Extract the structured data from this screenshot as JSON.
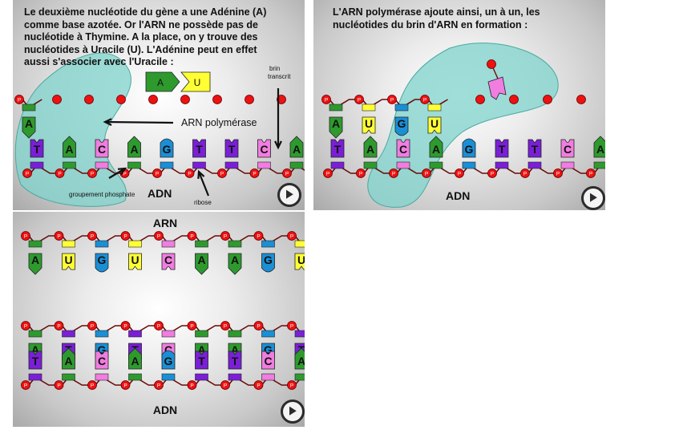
{
  "panel1": {
    "paragraph_lines": [
      "Le deuxième nucléotide du gène a une Adénine (A)",
      "comme base azotée. Or l'ARN ne possède pas de",
      "nucléotide à Thymine. A la place, on y trouve des",
      "nucléotides à Uracile (U). L'Adénine peut en effet",
      "aussi s'associer avec l'Uracile :"
    ],
    "pair_demo": [
      "A",
      "U"
    ],
    "brin_transcrit_lines": [
      "brin",
      "transcrit"
    ],
    "arn_polymerase_label": "ARN polymérase",
    "groupement_phosphate_label": "groupement phosphate",
    "ribose_label": "ribose",
    "adn_label": "ADN",
    "rna_bases": [
      "A"
    ],
    "dna_bases": [
      "T",
      "A",
      "C",
      "A",
      "G",
      "T",
      "T",
      "C",
      "A"
    ]
  },
  "panel2": {
    "paragraph_lines": [
      "L'ARN polymérase ajoute ainsi, un à un, les",
      "nucléotides du brin d'ARN en formation :"
    ],
    "adn_label": "ADN",
    "rna_bases": [
      "A",
      "U",
      "G",
      "U"
    ],
    "dna_bases": [
      "T",
      "A",
      "C",
      "A",
      "G",
      "T",
      "T",
      "C",
      "A"
    ]
  },
  "panel3": {
    "arn_label": "ARN",
    "adn_label": "ADN",
    "rna_bases": [
      "A",
      "U",
      "G",
      "U",
      "C",
      "A",
      "A",
      "G",
      "U"
    ],
    "dna_top_bases": [
      "A",
      "T",
      "G",
      "T",
      "C",
      "A",
      "A",
      "G",
      "T"
    ],
    "dna_bottom_bases": [
      "T",
      "A",
      "C",
      "A",
      "G",
      "T",
      "T",
      "C",
      "A"
    ]
  },
  "phosphate_letter": "P",
  "base_colors": {
    "A": "#2e9a2e",
    "T": "#7a1fd6",
    "C": "#f07de0",
    "G": "#1a8fd6",
    "U": "#ffff33"
  },
  "polymerase_color": "#7fd3cc",
  "phosphate_color": "#ee1111",
  "icons": [
    "play-icon"
  ]
}
